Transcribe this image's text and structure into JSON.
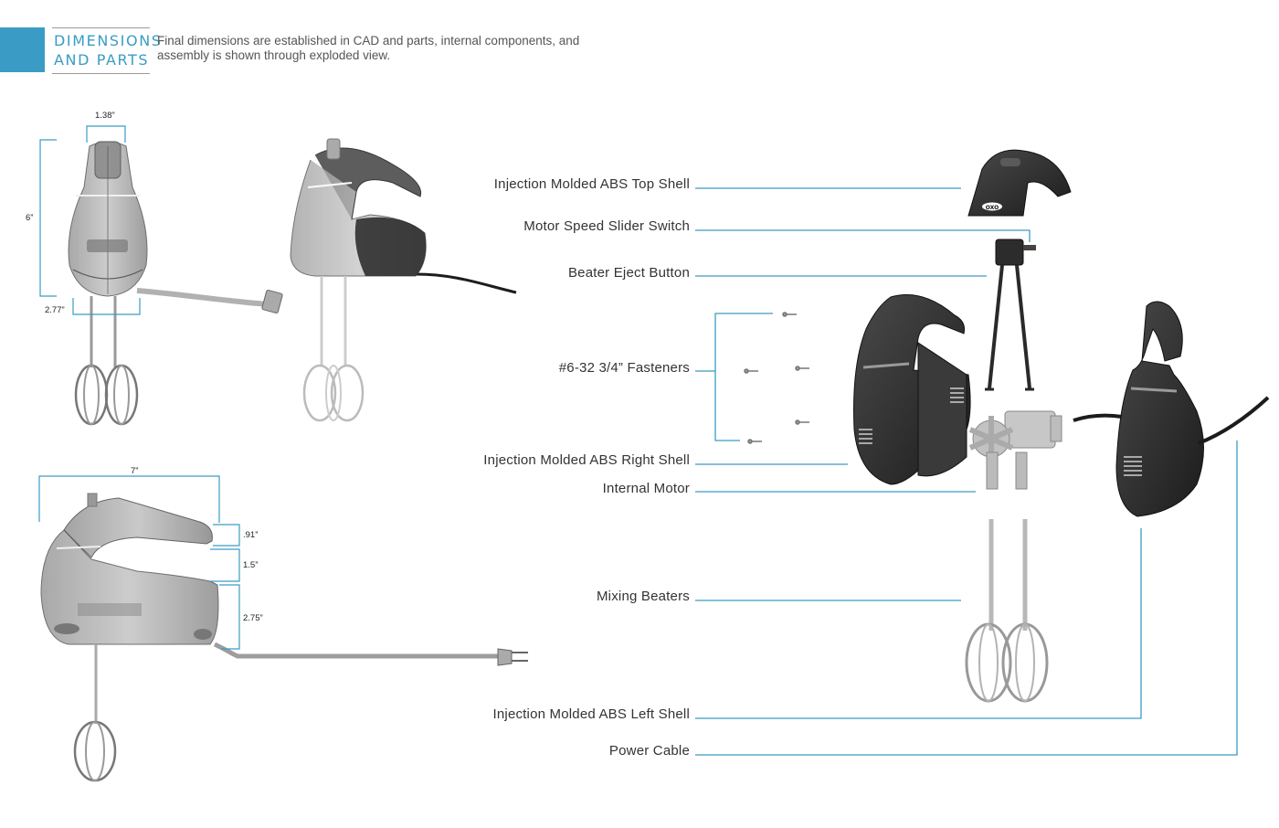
{
  "header": {
    "title_line1": "DIMENSIONS",
    "title_line2": "AND PARTS",
    "intro": "Final dimensions are established in CAD and parts, internal components, and assembly is shown through exploded view."
  },
  "dimensions": {
    "front_width": "1.38”",
    "front_height": "6”",
    "front_base_width": "2.77”",
    "side_length": "7”",
    "side_handle": ".91”",
    "side_mid": "1.5”",
    "side_base": "2.75”"
  },
  "parts": {
    "top_shell": "Injection Molded ABS Top Shell",
    "slider_switch": "Motor Speed Slider Switch",
    "eject_button": "Beater Eject Button",
    "fasteners": "#6-32 3/4” Fasteners",
    "right_shell": "Injection Molded ABS Right Shell",
    "internal_motor": "Internal Motor",
    "mixing_beaters": "Mixing Beaters",
    "left_shell": "Injection Molded ABS Left Shell",
    "power_cable": "Power Cable"
  },
  "logo_text": "OXO",
  "colors": {
    "accent": "#3a9cc4",
    "shell": "#2b2b2b",
    "ghost": "#8a8a8a"
  }
}
